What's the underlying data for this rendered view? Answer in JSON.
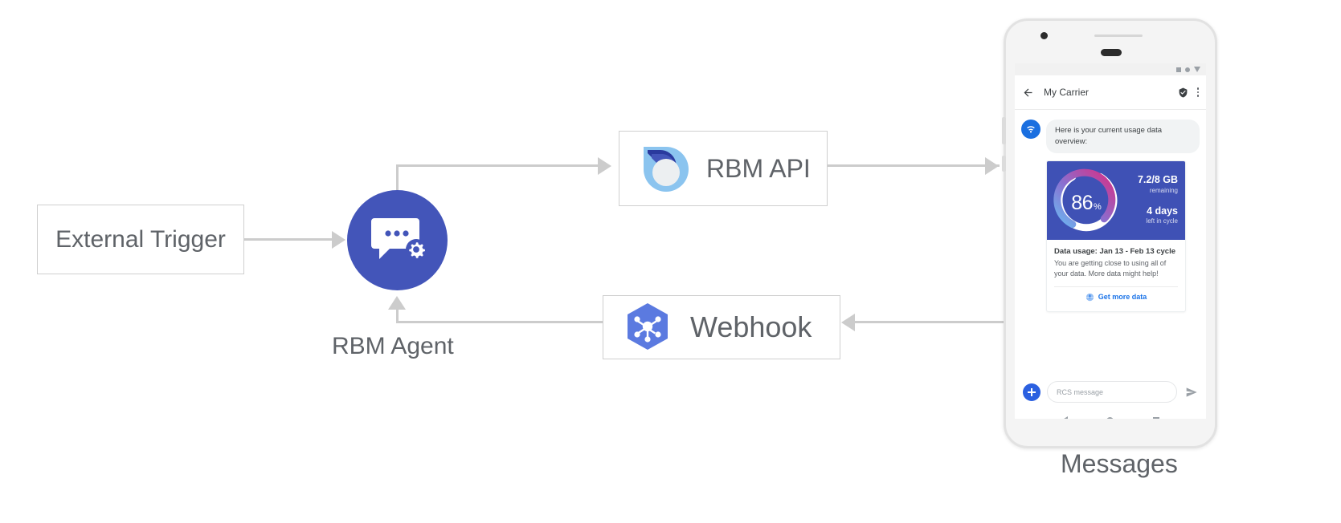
{
  "diagram": {
    "nodes": {
      "external_trigger": {
        "label": "External Trigger"
      },
      "rbm_agent": {
        "caption": "RBM Agent",
        "icon": "chat-gear-icon"
      },
      "rbm_api": {
        "label": "RBM API",
        "icon": "rbm-api-droplet-icon"
      },
      "webhook": {
        "label": "Webhook",
        "icon": "webhook-hexagon-icon"
      },
      "messages": {
        "caption": "Messages"
      }
    },
    "colors": {
      "agent_circle": "#4355b9",
      "connector": "#cccccc",
      "box_border": "#cfcfcf",
      "label_text": "#5f6368"
    }
  },
  "phone": {
    "statusbar": {
      "icons": [
        "square-icon",
        "circle-icon",
        "triangle-down-icon"
      ]
    },
    "appbar": {
      "back_icon": "back-arrow-icon",
      "title": "My Carrier",
      "verified_icon": "verified-shield-icon",
      "overflow_icon": "overflow-menu-icon"
    },
    "conversation": {
      "avatar_icon": "wifi-signal-icon",
      "bubble_text": "Here is your current usage data overview:",
      "rich_card": {
        "gauge": {
          "percent": "86",
          "percent_symbol": "%",
          "percent_value": 86,
          "data_value": "7.2/8 GB",
          "data_sublabel": "remaining",
          "days_value": "4 days",
          "days_sublabel": "left in cycle",
          "panel_color": "#3f51b5",
          "arc_colors": [
            "#6cb6f0",
            "#8a6fd0",
            "#d62f86"
          ],
          "arc_remaining_color": "#ffffff"
        },
        "title": "Data usage: Jan 13 - Feb 13 cycle",
        "body": "You are getting close to using all of your data. More data might help!",
        "action_label": "Get more data",
        "action_icon": "globe-icon",
        "action_color": "#1a73e8"
      }
    },
    "composer": {
      "add_icon": "plus-icon",
      "placeholder": "RCS message",
      "send_icon": "send-icon"
    },
    "navbar": {
      "icons": [
        "back-triangle-icon",
        "home-circle-icon",
        "recents-square-icon"
      ]
    }
  }
}
